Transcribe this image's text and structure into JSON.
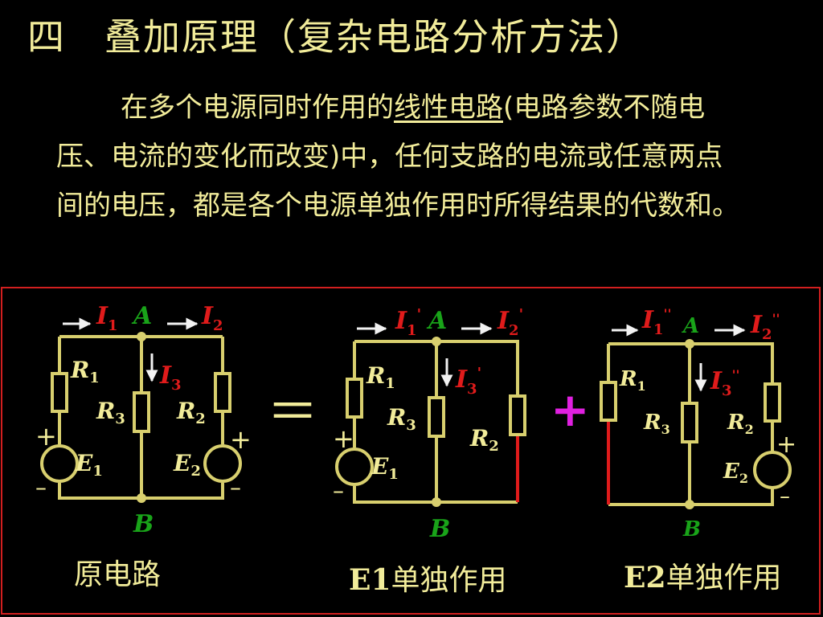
{
  "title": "四　叠加原理（复杂电路分析方法）",
  "paragraph": {
    "part1": "在多个电源同时作用的",
    "underlined": "线性电路",
    "part2": "(电路参数不随电压、电流的变化而改变)中，任何支路的电流或任意两点间的电压，都是各个电源单独作用时所得结果的代数和。"
  },
  "equals_sign": "＝",
  "plus_sign": "+",
  "captions": {
    "original": "原电路",
    "e1_prefix": "E1",
    "e1_suffix": "单独作用",
    "e2_prefix": "E2",
    "e2_suffix": "单独作用"
  },
  "circuits": {
    "original": {
      "currents": [
        "I",
        "1",
        "I",
        "2",
        "I",
        "3"
      ],
      "nodes": [
        "A",
        "B"
      ],
      "resistors": [
        "R",
        "1",
        "R",
        "2",
        "R",
        "3"
      ],
      "sources": [
        "E",
        "1",
        "E",
        "2"
      ],
      "polarity": [
        "+",
        "–",
        "+",
        "–"
      ]
    },
    "e1_only": {
      "currents": [
        "I",
        "1",
        "'",
        "I",
        "2",
        "'",
        "I",
        "3",
        "'"
      ],
      "nodes": [
        "A",
        "B"
      ],
      "resistors": [
        "R",
        "1",
        "R",
        "2",
        "R",
        "3"
      ],
      "sources": [
        "E",
        "1"
      ],
      "polarity": [
        "+",
        "–"
      ]
    },
    "e2_only": {
      "currents": [
        "I",
        "1",
        "''",
        "I",
        "2",
        "''",
        "I",
        "3",
        "''"
      ],
      "nodes": [
        "A",
        "B"
      ],
      "resistors": [
        "R",
        "1",
        "R",
        "2",
        "R",
        "3"
      ],
      "sources": [
        "E",
        "2"
      ],
      "polarity": [
        "+",
        "–"
      ]
    }
  },
  "colors": {
    "background": "#000000",
    "text": "#F2EC9A",
    "wire": "#D8CF6E",
    "current_label": "#E01B1B",
    "node_label": "#19A319",
    "plus_sign": "#E020E0",
    "short_wire": "#E01B1B",
    "panel_border": "#D21F1F"
  }
}
